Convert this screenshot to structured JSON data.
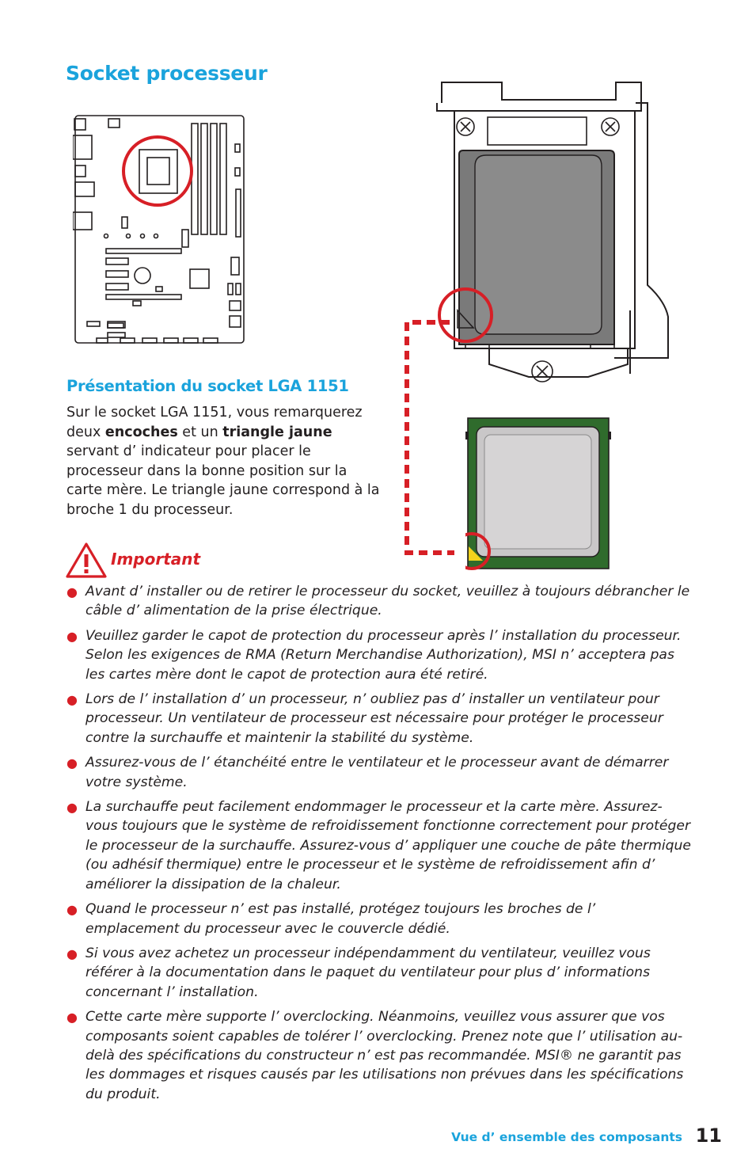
{
  "page_title": "Socket processeur",
  "section": {
    "subtitle": "Présentation du socket LGA 1151",
    "intro": {
      "part1": "Sur le socket LGA 1151, vous remarquerez deux ",
      "bold1": "encoches",
      "part2": " et un ",
      "bold2": "triangle jaune",
      "part3": " servant d’ indicateur pour placer le processeur dans la bonne position sur la carte mère. Le triangle jaune correspond à la broche 1 du processeur."
    }
  },
  "important": {
    "label": "Important",
    "items": [
      "Avant d’ installer ou de retirer le processeur du socket, veuillez à toujours débrancher le câble d’ alimentation de la prise électrique.",
      "Veuillez garder le capot de protection du processeur après l’ installation du processeur. Selon les exigences de RMA (Return Merchandise Authorization), MSI n’ acceptera pas les cartes mère dont le capot de protection aura été retiré.",
      "Lors de l’ installation d’ un processeur, n’ oubliez pas d’ installer un ventilateur pour processeur. Un ventilateur de processeur est nécessaire pour protéger le processeur contre la surchauffe et maintenir la stabilité du système.",
      "Assurez-vous de l’ étanchéité entre le ventilateur et le processeur avant de démarrer votre système.",
      "La surchauffe peut facilement endommager le processeur et la carte mère. Assurez-vous toujours que le système de refroidissement fonctionne correctement pour protéger le processeur de la surchauffe. Assurez-vous d’ appliquer une couche de pâte thermique (ou adhésif thermique) entre le processeur et le système de refroidissement afin d’ améliorer la dissipation de la chaleur.",
      "Quand le processeur n’ est pas installé, protégez toujours les broches de l’ emplacement du processeur avec le couvercle dédié.",
      "Si vous avez achetez un processeur indépendamment du ventilateur, veuillez vous référer à la documentation dans le paquet du ventilateur pour plus d’ informations concernant l’ installation.",
      "Cette carte mère supporte l’ overclocking. Néanmoins, veuillez vous assurer que vos composants soient capables de tolérer l’ overclocking. Prenez note que l’ utilisation au-delà des spécifications du constructeur n’ est pas recommandée. MSI® ne garantit pas les dommages et risques causés par les utilisations non prévues dans les spécifications du produit."
    ]
  },
  "footer": {
    "section": "Vue d’ ensemble des composants",
    "page_number": "11"
  },
  "colors": {
    "accent_blue": "#1aa3dc",
    "warning_red": "#d71f26",
    "pcb_green": "#2f6b2c",
    "indicator_yellow": "#f2d21c"
  },
  "icons": [
    "warning-triangle-icon"
  ]
}
